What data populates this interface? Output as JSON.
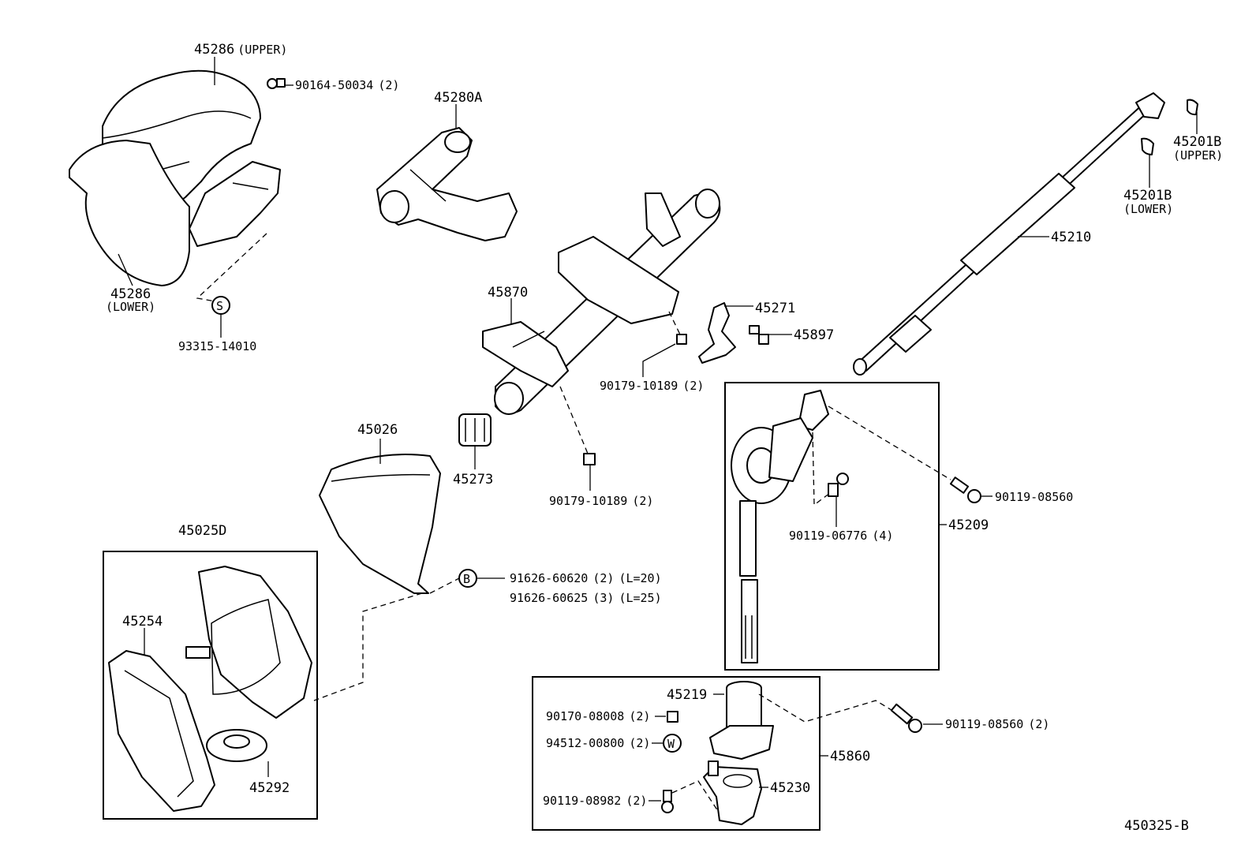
{
  "diagram_id": "450325-B",
  "callouts": {
    "c45286u": {
      "number": "45286",
      "note": "(UPPER)"
    },
    "c90164": {
      "number": "90164-50034",
      "qty": "(2)"
    },
    "c45280a": {
      "number": "45280A"
    },
    "c45286l": {
      "number": "45286",
      "note": "(LOWER)"
    },
    "c93315": {
      "number": "93315-14010"
    },
    "s_mark": "S",
    "c45870": {
      "number": "45870"
    },
    "c45271": {
      "number": "45271"
    },
    "c45897": {
      "number": "45897"
    },
    "c90179a": {
      "number": "90179-10189",
      "qty": "(2)"
    },
    "c45210": {
      "number": "45210"
    },
    "c45201u": {
      "number": "45201B",
      "note": "(UPPER)"
    },
    "c45201l": {
      "number": "45201B",
      "note": "(LOWER)"
    },
    "c45026": {
      "number": "45026"
    },
    "c45273": {
      "number": "45273"
    },
    "c90179b": {
      "number": "90179-10189",
      "qty": "(2)"
    },
    "c91626a": {
      "number": "91626-60620",
      "qty": "(2)",
      "note": "(L=20)"
    },
    "c91626b": {
      "number": "91626-60625",
      "qty": "(3)",
      "note": "(L=25)"
    },
    "b_mark": "B",
    "c45025d": {
      "number": "45025D"
    },
    "c45254": {
      "number": "45254"
    },
    "c45292": {
      "number": "45292"
    },
    "c90119a": {
      "number": "90119-08560"
    },
    "c90119b": {
      "number": "90119-06776",
      "qty": "(4)"
    },
    "c45209": {
      "number": "45209"
    },
    "c45219": {
      "number": "45219"
    },
    "c90170": {
      "number": "90170-08008",
      "qty": "(2)"
    },
    "c94512": {
      "number": "94512-00800",
      "qty": "(2)"
    },
    "w_mark": "W",
    "c90119c": {
      "number": "90119-08982",
      "qty": "(2)"
    },
    "c45230": {
      "number": "45230"
    },
    "c45860": {
      "number": "45860"
    },
    "c90119d": {
      "number": "90119-08560",
      "qty": "(2)"
    }
  }
}
